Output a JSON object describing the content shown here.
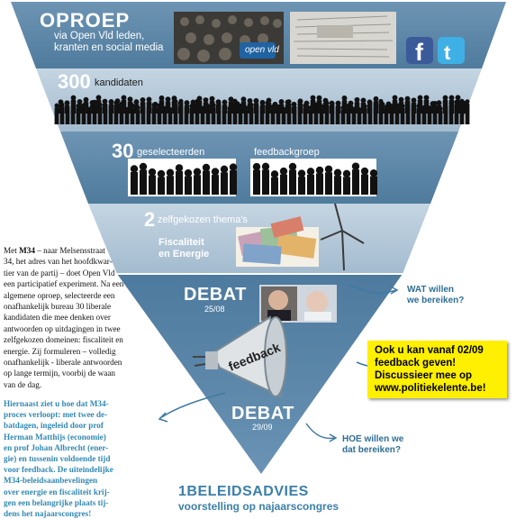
{
  "oproep": {
    "title": "OPROEP",
    "line1": "via Open Vld leden,",
    "line2": "kranten  en social media",
    "logo_text": "open vld"
  },
  "kandidaten": {
    "number": "300",
    "label": "kandidaten"
  },
  "geselecteerden": {
    "number": "30",
    "label": "geselecteerden",
    "feedback_label": "feedbackgroep"
  },
  "themas": {
    "number": "2",
    "label": "zelfgekozen thema's",
    "topic1": "Fiscaliteit",
    "topic2": "en Energie"
  },
  "debat1": {
    "title": "DEBAT",
    "date": "25/08"
  },
  "debat2": {
    "title": "DEBAT",
    "date": "29/09"
  },
  "megaphone_text": "feedback",
  "wat": {
    "line1": "WAT willen",
    "line2": "we bereiken?"
  },
  "hoe": {
    "line1": "HOE willen we",
    "line2": "dat bereiken?"
  },
  "yellow_box": {
    "line1": "Ook u kan vanaf 02/09",
    "line2": "feedback geven!",
    "line3": "Discussieer mee op",
    "line4": "www.politiekelente.be!"
  },
  "beleidsadvies": {
    "title": "1BELEIDSADVIES",
    "subtitle": "voorstelling op najaarscongres"
  },
  "article": {
    "l1a": "Met ",
    "l1b": "M34",
    "l1c": " – naar Melsensstraat",
    "l2": "34, het adres van het hoofdkwar-",
    "l3": "tier van de partij – doet Open Vld",
    "l4": "een participatief experiment. Na een",
    "l5": "algemene oproep, selecteerde een",
    "l6": "onafhankelijk bureau 30 liberale",
    "l7": "kandidaten die mee denken over",
    "l8": "antwoorden op uitdagingen in twee",
    "l9": "zelfgekozen domeinen: fiscaliteit en",
    "l10": "energie. Zij formuleren – volledig",
    "l11": "onafhankelijk - liberale antwoorden",
    "l12": "op lange termijn, voorbij de waan",
    "l13": "van de dag."
  },
  "article2": {
    "l1": "Hiernaast ziet u hoe dat M34-",
    "l2": "proces verloopt: met twee de-",
    "l3": "batdagen, ingeleid door prof",
    "l4": "Herman Matthijs (economie)",
    "l5": "en prof Johan Albrecht (ener-",
    "l6": "gie) en tussenin voldoende tijd",
    "l7": "voor feedback. De uiteindelijke",
    "l8": "M34-beleidsaanbevelingen",
    "l9": "over energie en fiscaliteit krij-",
    "l10": "gen een belangrijke plaats tij-",
    "l11": "dens het najaarscongres!"
  },
  "colors": {
    "dark_band": "#5d87a8",
    "light_band": "#a9c0d3",
    "accent_blue": "#2e6e95",
    "yellow": "#ffef00"
  }
}
